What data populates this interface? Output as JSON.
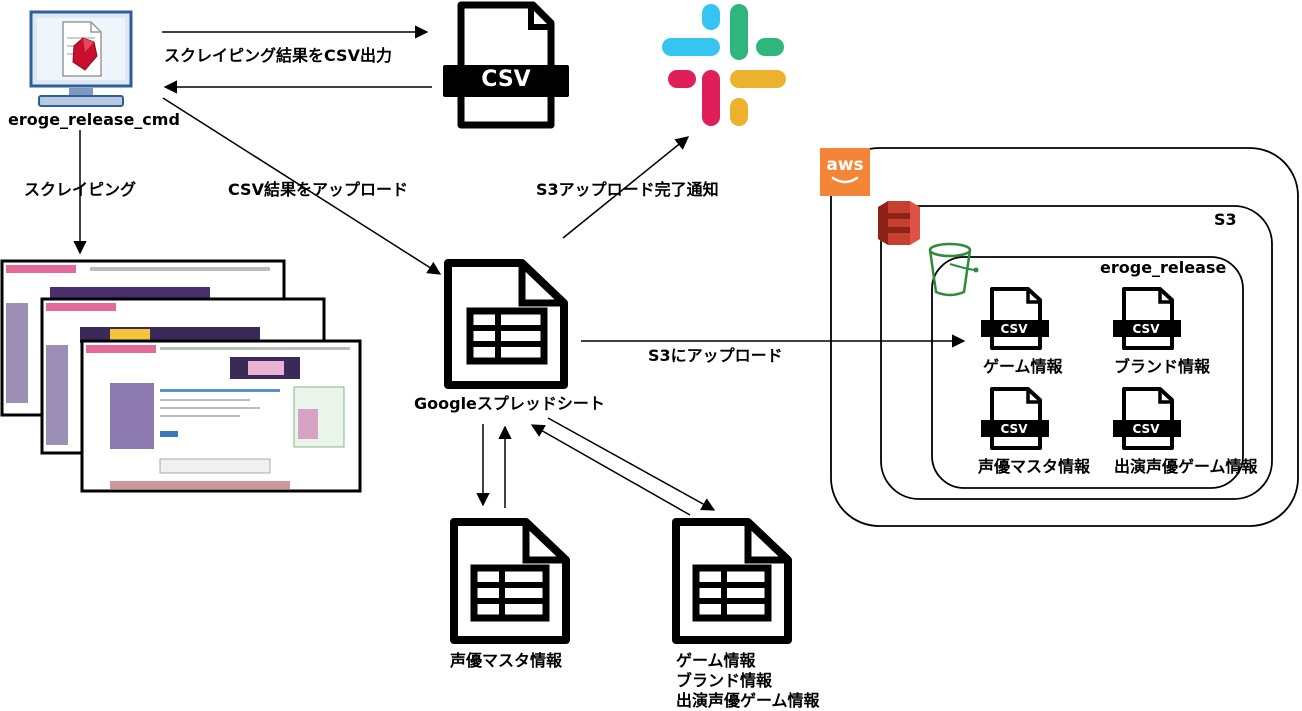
{
  "nodes": {
    "cmd": {
      "label": "eroge_release_cmd",
      "icon": "ruby-computer-icon"
    },
    "csv_file": {
      "label": "CSV",
      "icon": "csv-file-icon"
    },
    "slack": {
      "icon": "slack-logo-icon"
    },
    "scrape_site": {
      "icon": "website-screenshots-icon"
    },
    "gsheet": {
      "label": "Googleスプレッドシート",
      "icon": "spreadsheet-icon"
    },
    "sheet_voice_master": {
      "label": "声優マスタ情報",
      "icon": "spreadsheet-icon"
    },
    "sheet_game_info": {
      "lines": [
        "ゲーム情報",
        "ブランド情報",
        "出演声優ゲーム情報"
      ],
      "icon": "spreadsheet-icon"
    }
  },
  "edges": {
    "csv_output": "スクレイピング結果をCSV出力",
    "scraping": "スクレイピング",
    "csv_upload": "CSV結果をアップロード",
    "s3_notify": "S3アップロード完了通知",
    "s3_upload": "S3にアップロード"
  },
  "aws": {
    "logo": "aws",
    "s3_label": "S3",
    "bucket_label": "eroge_release",
    "csv_badge": "CSV",
    "files": [
      "ゲーム情報",
      "ブランド情報",
      "声優マスタ情報",
      "出演声優ゲーム情報"
    ]
  },
  "colors": {
    "slack_blue": "#36C5F0",
    "slack_green": "#2EB67D",
    "slack_red": "#E01E5A",
    "slack_yellow": "#ECB22E",
    "aws_orange": "#F58536",
    "s3_red": "#C7402F",
    "bucket_green": "#2E8B3A"
  }
}
